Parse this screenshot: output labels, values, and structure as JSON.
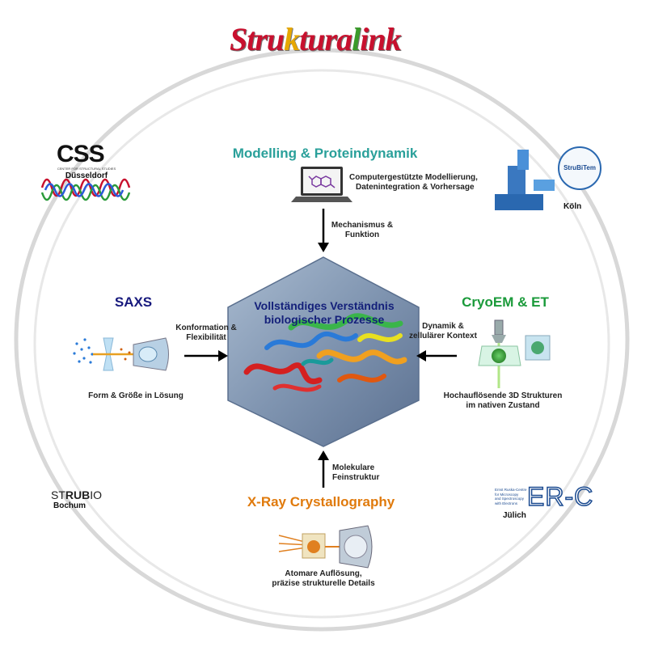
{
  "logo": {
    "parts": [
      "Stru",
      "k",
      "tura",
      "l",
      "ink"
    ],
    "colors": [
      "#c8102e",
      "#e6a700",
      "#c8102e",
      "#3a9a2a",
      "#c8102e"
    ]
  },
  "center": {
    "title_line1": "Vollständiges Verständnis",
    "title_line2": "biologischer Prozesse"
  },
  "modelling": {
    "title": "Modelling & Proteindynamik",
    "desc_line1": "Computergestützte Modellierung,",
    "desc_line2": "Datenintegration & Vorhersage",
    "arrow_line1": "Mechanismus &",
    "arrow_line2": "Funktion"
  },
  "saxs": {
    "title": "SAXS",
    "arrow_line1": "Konformation &",
    "arrow_line2": "Flexibilität",
    "desc": "Form & Größe in Lösung"
  },
  "cryo": {
    "title": "CryoEM & ET",
    "arrow_line1": "Dynamik &",
    "arrow_line2": "zellulärer Kontext",
    "desc_line1": "Hochauflösende 3D Strukturen",
    "desc_line2": "im nativen Zustand"
  },
  "xray": {
    "title": "X-Ray Crystallography",
    "arrow_line1": "Molekulare",
    "arrow_line2": "Feinstruktur",
    "desc_line1": "Atomare Auflösung,",
    "desc_line2": "präzise strukturelle Details"
  },
  "sites": {
    "css": {
      "name": "CSS",
      "sub": "CENTER FOR STRUCTURAL STUDIES",
      "city": "Düsseldorf"
    },
    "strubitem": {
      "badge": "StruBiTem",
      "city": "Köln"
    },
    "strubio": {
      "name_a": "ST",
      "name_b": "RUB",
      "name_c": "IO",
      "city": "Bochum"
    },
    "erc": {
      "name": "ER-C",
      "sub_line1": "Ernst Ruska-Centre",
      "sub_line2": "for Microscopy",
      "sub_line3": "and Spectroscopy",
      "sub_line4": "with Electrons",
      "city": "Jülich"
    }
  },
  "colors": {
    "teal": "#2aa09a",
    "navy": "#17197d",
    "green": "#1a9a3a",
    "orange": "#e07a0c",
    "hexagon": "#7f94b0"
  }
}
